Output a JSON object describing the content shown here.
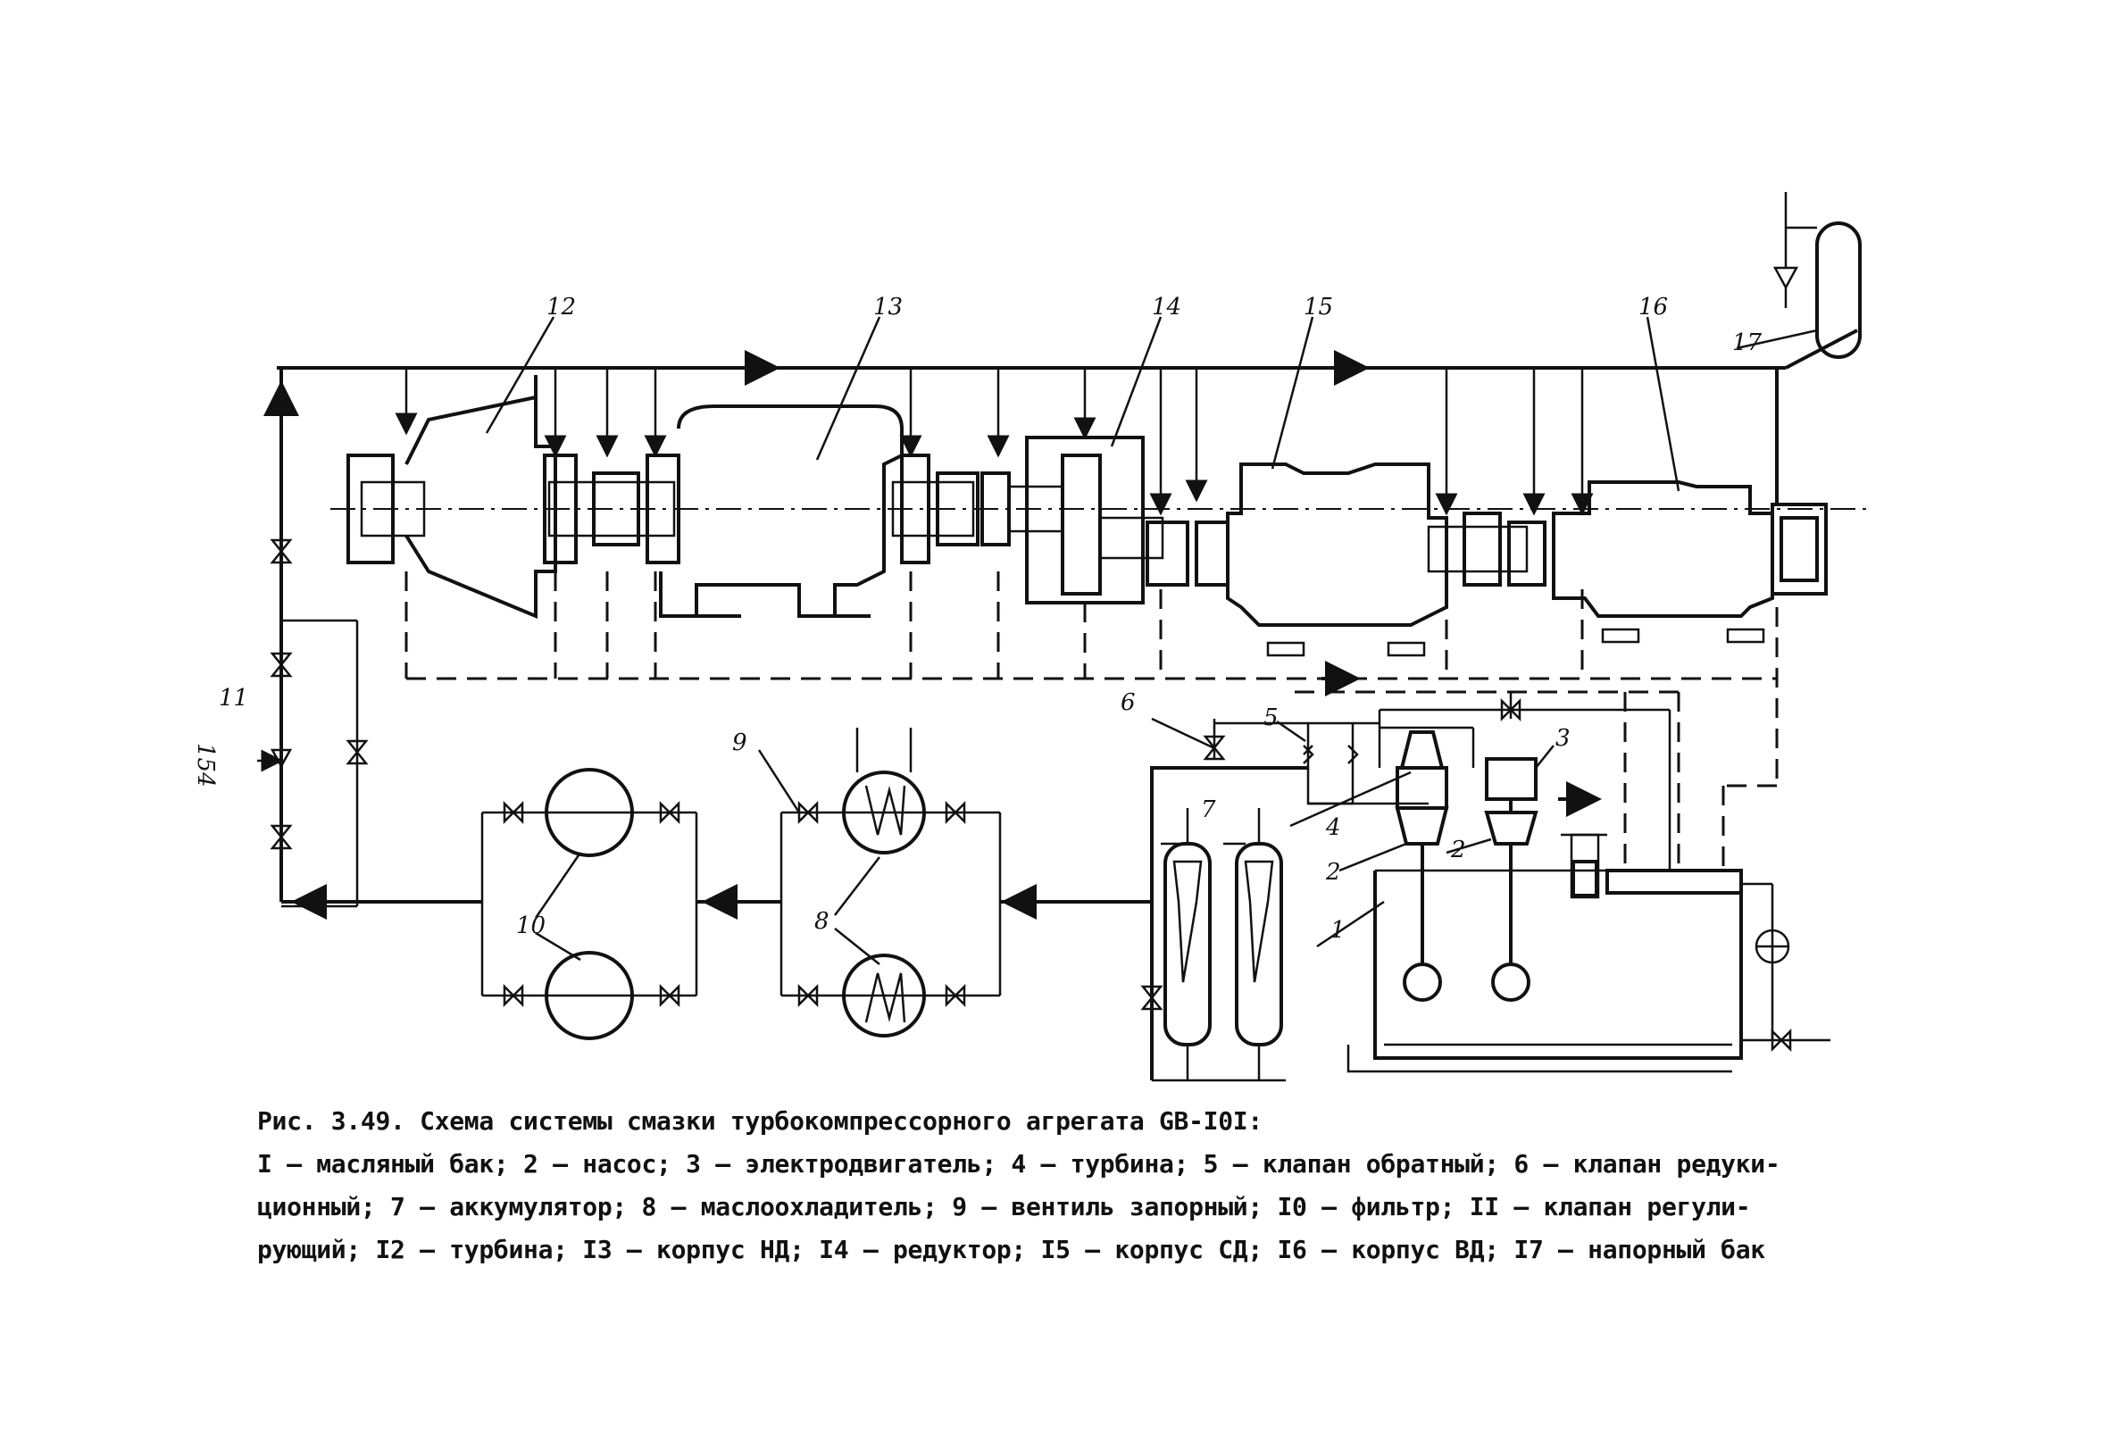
{
  "figure": {
    "caption_title": "Рис. 3.49. Схема системы смазки турбокомпрессорного агрегата GB-I0I:",
    "caption_lines": [
      "I – масляный бак; 2 – насос; 3 – электродвигатель; 4 – турбина; 5 – клапан обратный; 6 – клапан редуки-",
      "ционный; 7 – аккумулятор; 8 – маслоохладитель; 9 – вентиль запорный; I0 – фильтр; II – клапан регули-",
      "рующий; I2 – турбина; I3 – корпус НД; I4 – редуктор; I5 – корпус СД; I6 – корпус ВД; I7 – напорный бак"
    ]
  },
  "labels": {
    "l12": "12",
    "l13": "13",
    "l14": "14",
    "l15": "15",
    "l16": "16",
    "l17": "17",
    "l11": "11",
    "l9": "9",
    "l10": "10",
    "l8": "8",
    "l7": "7",
    "l6": "6",
    "l5": "5",
    "l4": "4",
    "l3": "3",
    "l2a": "2",
    "l2b": "2",
    "l1": "1",
    "l154": "154"
  },
  "colors": {
    "ink": "#111111",
    "background": "#ffffff",
    "hatch": "#111111"
  }
}
